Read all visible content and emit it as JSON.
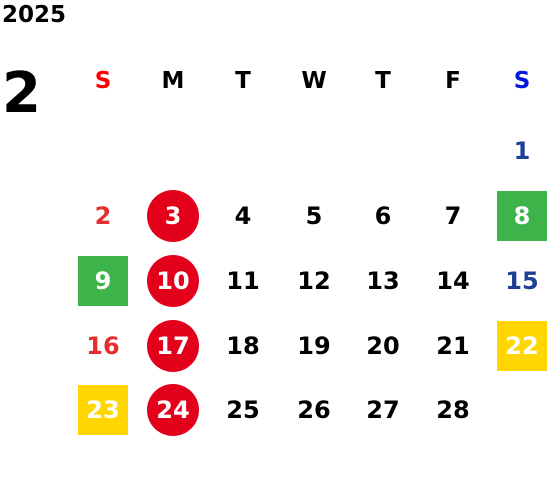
{
  "calendar": {
    "year": "2025",
    "month": "2",
    "weekdays": [
      "S",
      "M",
      "T",
      "W",
      "T",
      "F",
      "S"
    ],
    "weeks": [
      [
        null,
        null,
        null,
        null,
        null,
        null,
        {
          "day": "1",
          "mark": "none"
        }
      ],
      [
        {
          "day": "2",
          "mark": "none"
        },
        {
          "day": "3",
          "mark": "circle"
        },
        {
          "day": "4",
          "mark": "none"
        },
        {
          "day": "5",
          "mark": "none"
        },
        {
          "day": "6",
          "mark": "none"
        },
        {
          "day": "7",
          "mark": "none"
        },
        {
          "day": "8",
          "mark": "green"
        }
      ],
      [
        {
          "day": "9",
          "mark": "green"
        },
        {
          "day": "10",
          "mark": "circle"
        },
        {
          "day": "11",
          "mark": "none"
        },
        {
          "day": "12",
          "mark": "none"
        },
        {
          "day": "13",
          "mark": "none"
        },
        {
          "day": "14",
          "mark": "none"
        },
        {
          "day": "15",
          "mark": "none"
        }
      ],
      [
        {
          "day": "16",
          "mark": "none"
        },
        {
          "day": "17",
          "mark": "circle"
        },
        {
          "day": "18",
          "mark": "none"
        },
        {
          "day": "19",
          "mark": "none"
        },
        {
          "day": "20",
          "mark": "none"
        },
        {
          "day": "21",
          "mark": "none"
        },
        {
          "day": "22",
          "mark": "yellow"
        }
      ],
      [
        {
          "day": "23",
          "mark": "yellow"
        },
        {
          "day": "24",
          "mark": "circle"
        },
        {
          "day": "25",
          "mark": "none"
        },
        {
          "day": "26",
          "mark": "none"
        },
        {
          "day": "27",
          "mark": "none"
        },
        {
          "day": "28",
          "mark": "none"
        },
        null
      ]
    ]
  },
  "colors": {
    "sunday_red": "#e52e2e",
    "saturday_blue": "#1e3f94",
    "circle_red": "#e2001a",
    "green": "#3db44a",
    "yellow": "#ffd600"
  }
}
